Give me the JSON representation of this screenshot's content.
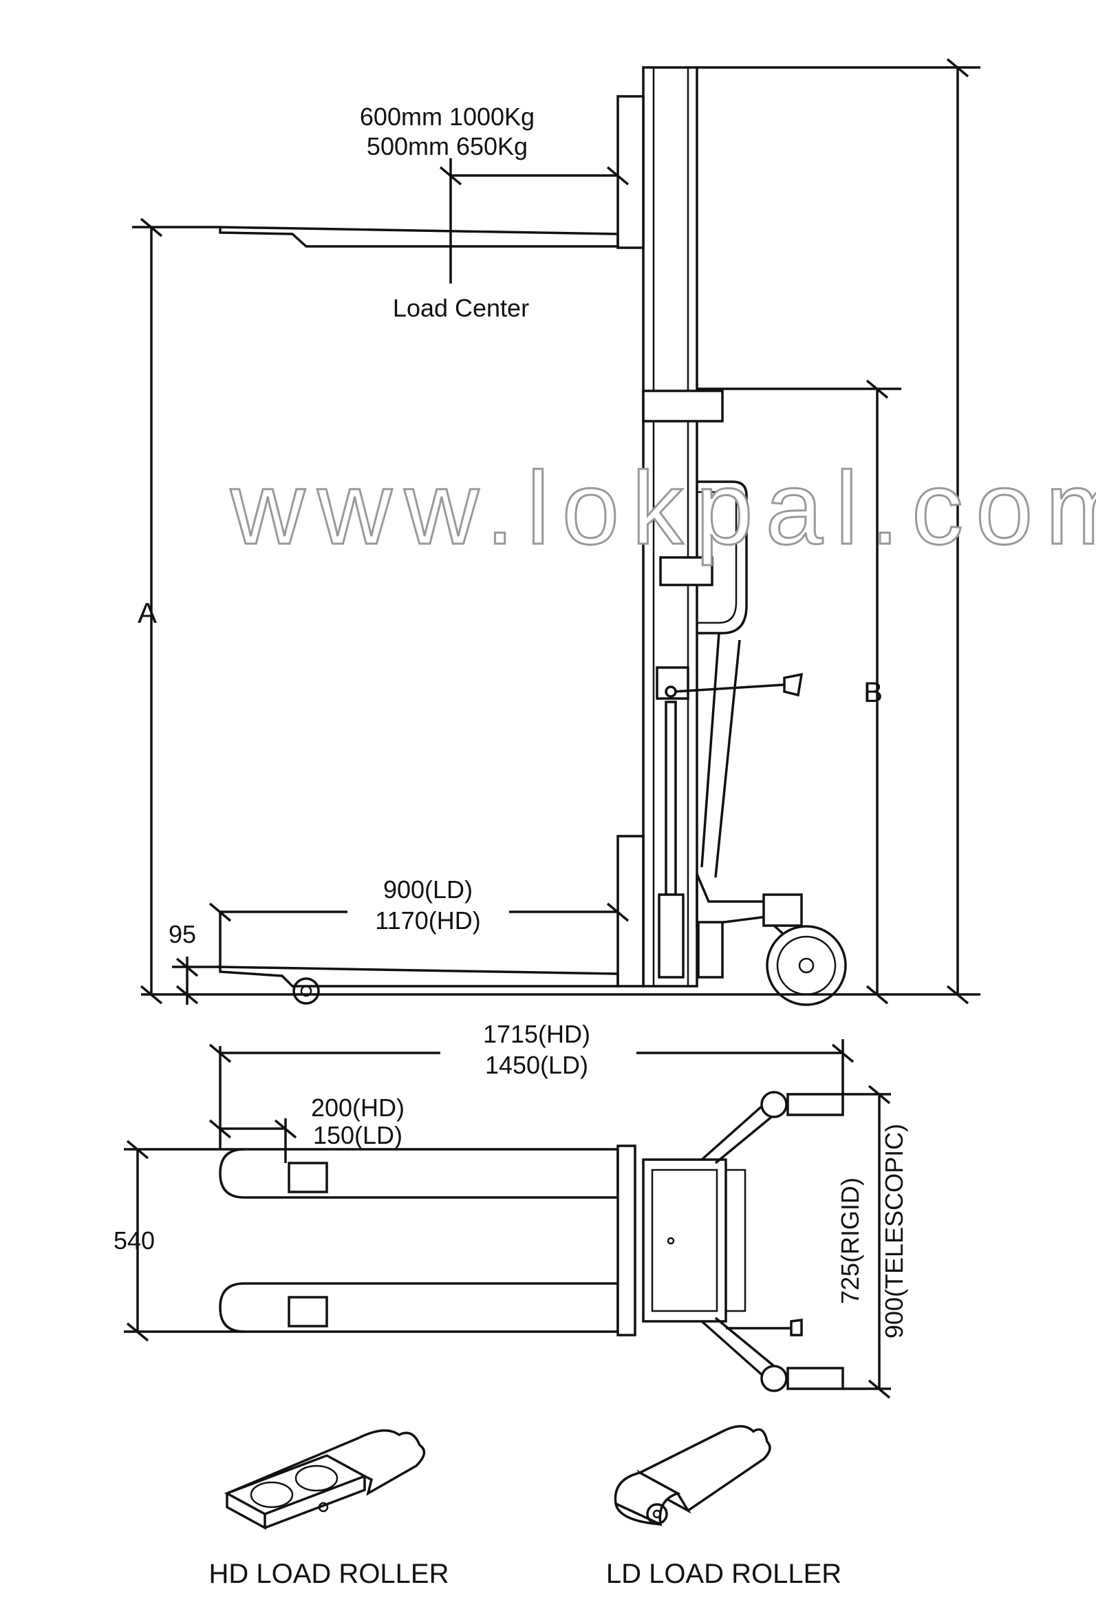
{
  "load_capacity": {
    "line1": "600mm 1000Kg",
    "line2": "500mm 650Kg"
  },
  "load_center_label": "Load Center",
  "dim_a_label": "A",
  "dim_b_label": "B",
  "fork_length": {
    "ld": "900(LD)",
    "hd": "1170(HD)"
  },
  "fork_height": "95",
  "overall_length": {
    "hd": "1715(HD)",
    "ld": "1450(LD)"
  },
  "roller_offset": {
    "hd": "200(HD)",
    "ld": "150(LD)"
  },
  "overall_width": "540",
  "wheelbase": {
    "rigid": "725(RIGID)",
    "telescopic": "900(TELESCOPIC)"
  },
  "hd_roller_caption": "HD LOAD ROLLER",
  "ld_roller_caption": "LD LOAD ROLLER",
  "watermark": "www.lokpal.com"
}
